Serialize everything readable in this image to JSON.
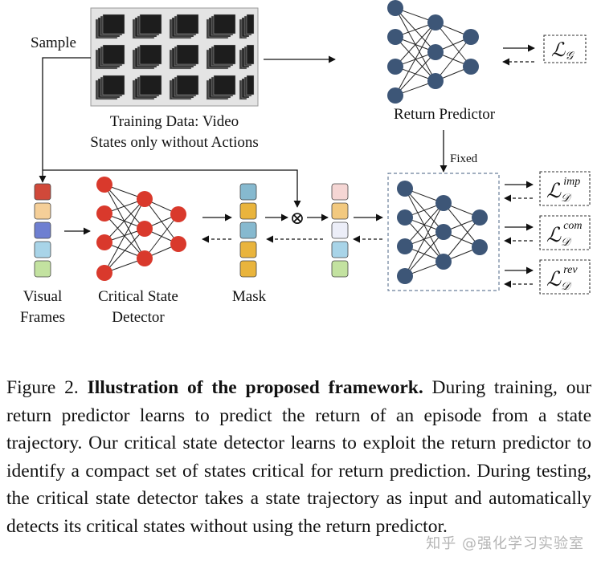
{
  "diagram": {
    "sample_label": "Sample",
    "training_data_line1": "Training Data: Video",
    "training_data_line2": "States only without Actions",
    "return_predictor_label": "Return Predictor",
    "fixed_label": "Fixed",
    "visual_frames_line1": "Visual",
    "visual_frames_line2": "Frames",
    "detector_line1": "Critical State",
    "detector_line2": "Detector",
    "mask_label": "Mask",
    "multiply_symbol": "⊗",
    "loss_g": {
      "base": "ℒ",
      "sub": "𝒢"
    },
    "loss_imp": {
      "base": "ℒ",
      "sub": "𝒟",
      "sup": "imp"
    },
    "loss_com": {
      "base": "ℒ",
      "sub": "𝒟",
      "sup": "com"
    },
    "loss_rev": {
      "base": "ℒ",
      "sub": "𝒟",
      "sup": "rev"
    },
    "colors": {
      "frame_colors": [
        "#d0493a",
        "#f5cf98",
        "#6e7fd1",
        "#a8d4e8",
        "#c3e2a0"
      ],
      "mask_colors": [
        "#86b9cf",
        "#e9b43c",
        "#86b9cf",
        "#e9b43c",
        "#e9b43c"
      ],
      "masked_colors": [
        "#f5d6d4",
        "#f2c97f",
        "#eceef8",
        "#a8d4e8",
        "#c3e2a0"
      ],
      "detector_node": "#d9392c",
      "predictor_node": "#3d5677"
    }
  },
  "caption": {
    "figure_number": "Figure 2.",
    "title": "Illustration of the proposed framework.",
    "body": "During training, our return predictor learns to predict the return of an episode from a state trajectory. Our critical state detector learns to exploit the return predictor to identify a compact set of states critical for return prediction. During testing, the critical state detector takes a state trajectory as input and automatically detects its critical states without using the return predictor."
  },
  "watermark": "知乎 @强化学习实验室"
}
